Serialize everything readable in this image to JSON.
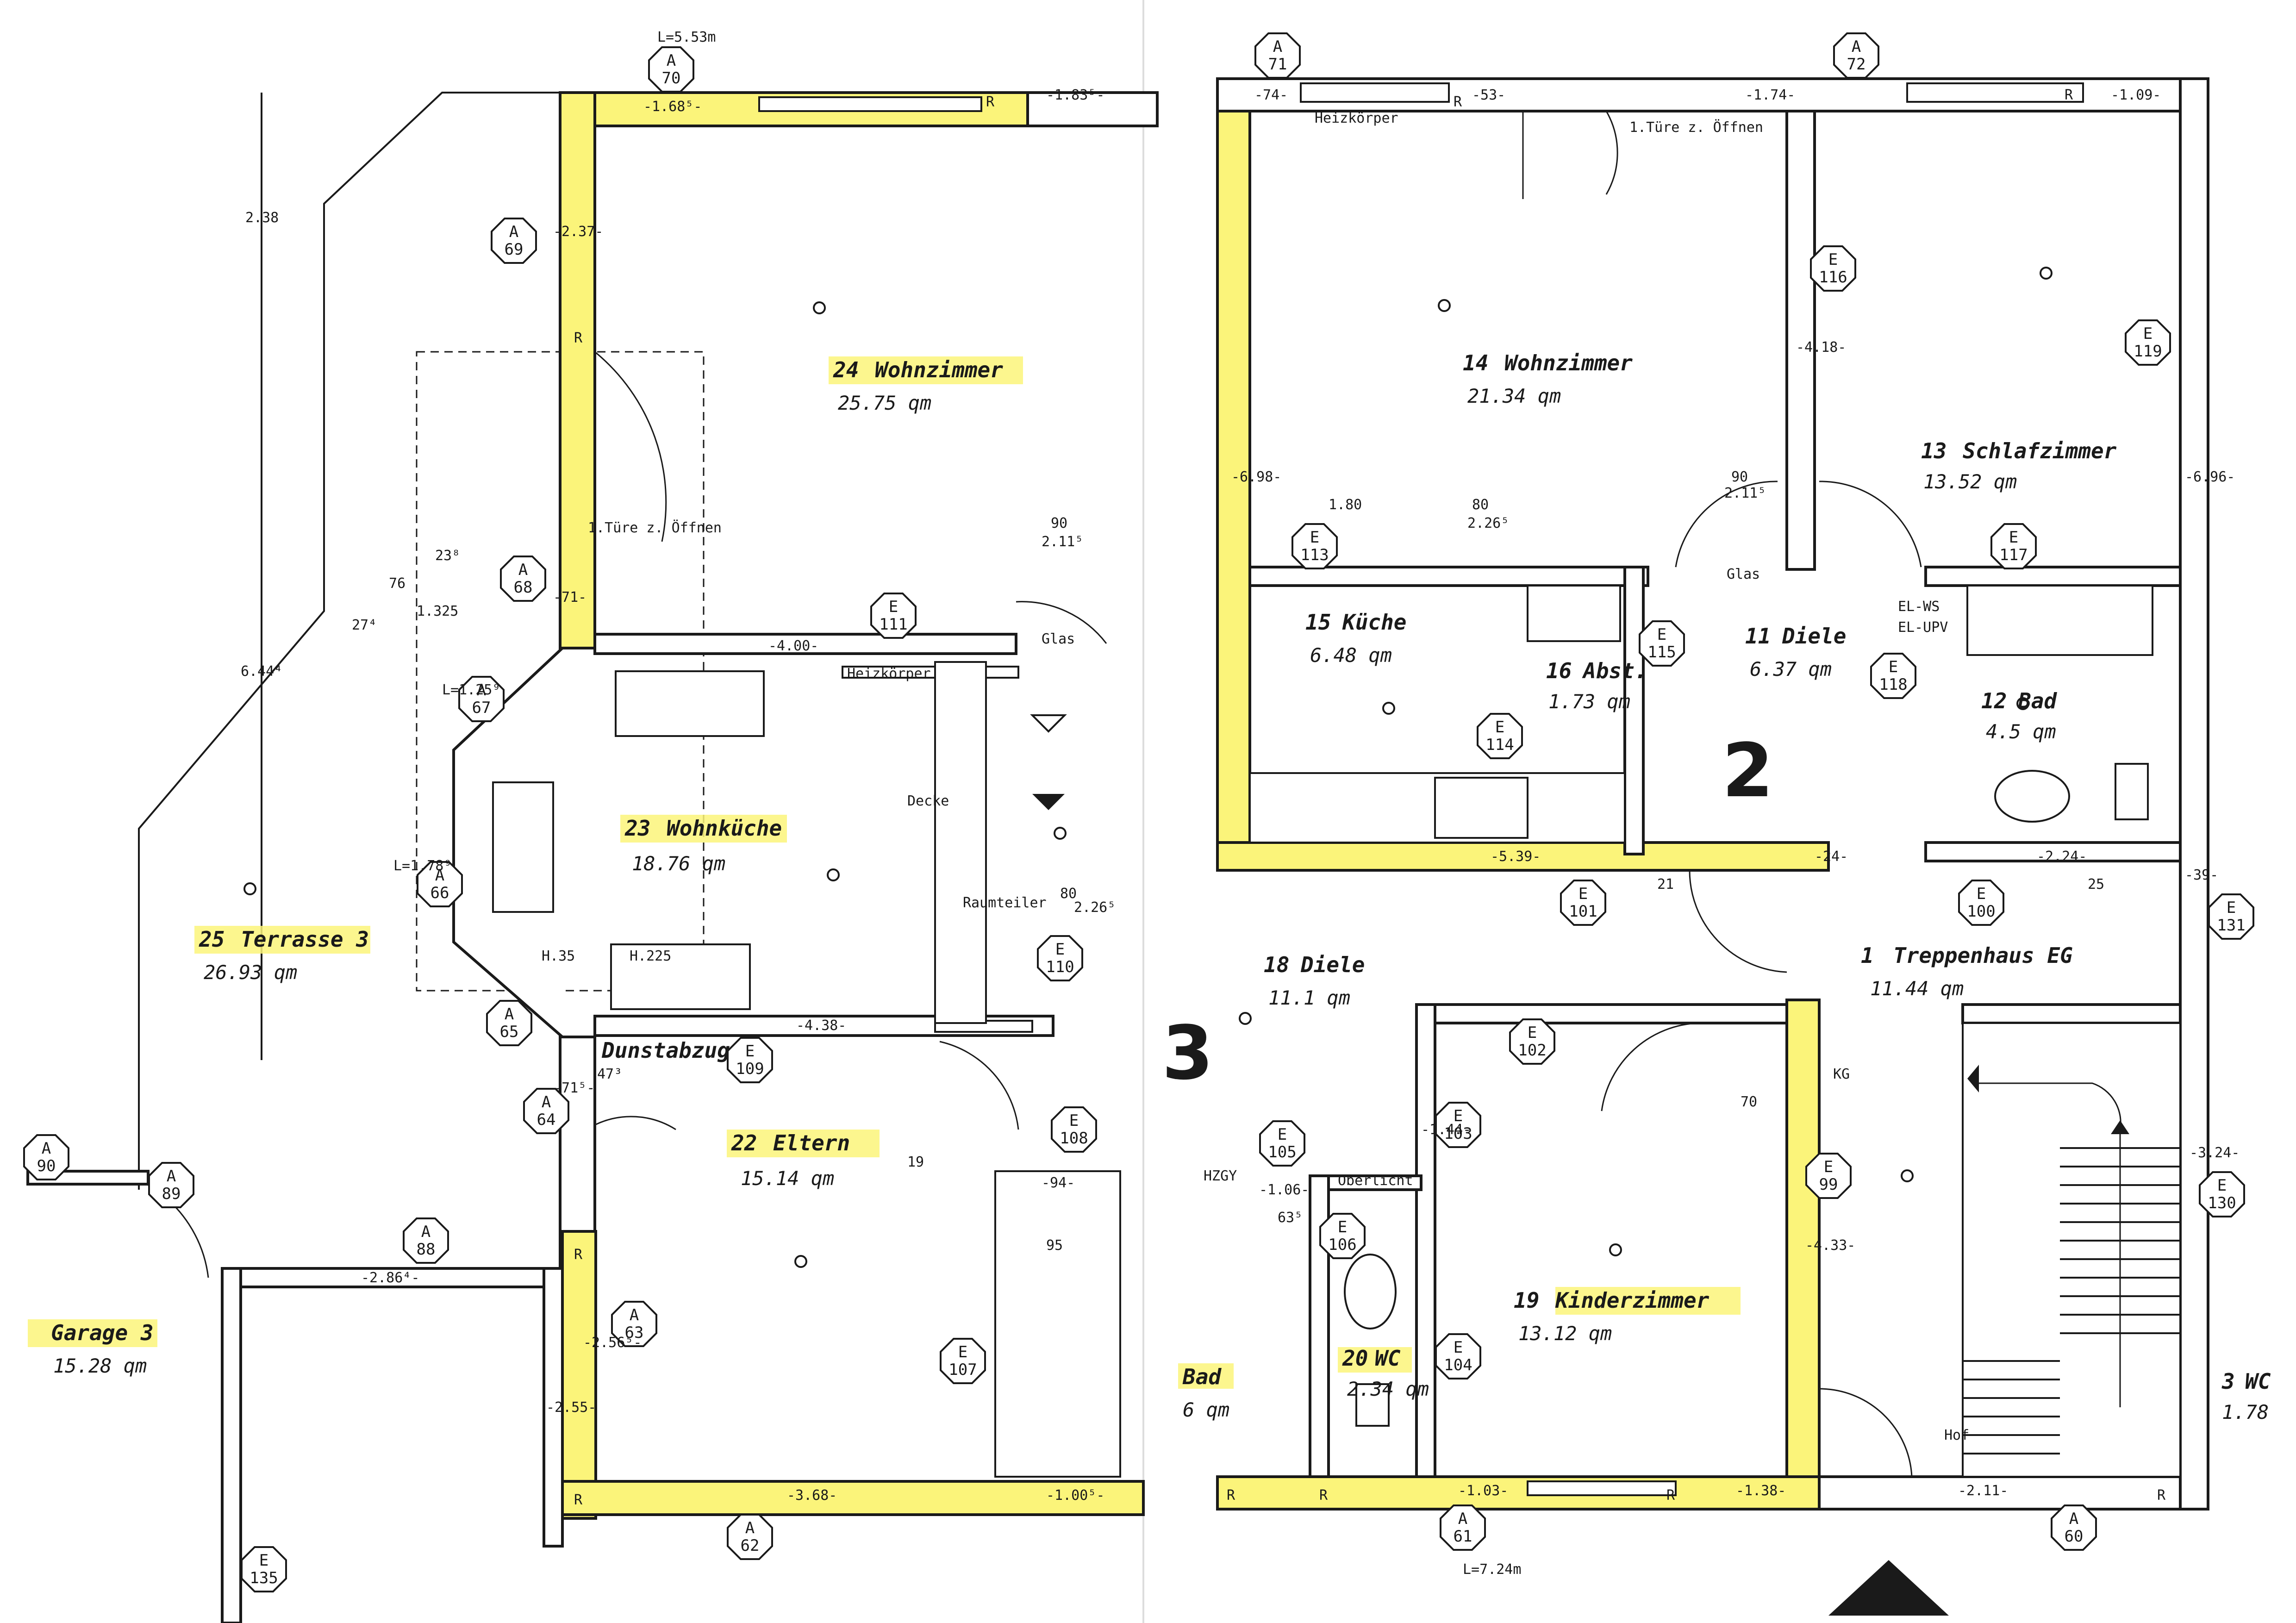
{
  "colors": {
    "highlight": "#fbf47a",
    "line": "#1a1a1a",
    "paper": "#ffffff"
  },
  "left_sheet": {
    "rooms": [
      {
        "number": "24",
        "name": "Wohnzimmer",
        "area": "25.75 qm"
      },
      {
        "number": "23",
        "name": "Wohnküche",
        "area": "18.76 qm"
      },
      {
        "number": "22",
        "name": "Eltern",
        "area": "15.14 qm"
      },
      {
        "number": "25",
        "name": "Terrasse 3",
        "area": "26.93 qm"
      }
    ],
    "garage": {
      "name": "Garage 3",
      "area": "15.28 qm"
    },
    "markers": [
      "A 70",
      "A 69",
      "A 68",
      "A 67",
      "A 66",
      "A 65",
      "A 64",
      "A 63",
      "A 62",
      "A 90",
      "A 89",
      "A 88",
      "E 111",
      "E 110",
      "E 109",
      "E 108",
      "E 107",
      "E 135"
    ],
    "dims": [
      "L=5.53m",
      "-1.68⁵-",
      "-1.83⁵-",
      "2.38",
      "6.44⁴",
      "-2.37-",
      "-4.00-",
      "-4.38-",
      "-71-",
      "-71⁵-",
      "-2.56⁵-",
      "-2.55-",
      "-2.86⁴-",
      "-3.68-",
      "-1.00⁵-",
      "1.325",
      "27⁴",
      "76",
      "23⁸",
      "90",
      "2.11⁵",
      "80",
      "2.26⁵",
      "47³",
      "19",
      "-94-",
      "95",
      "L=1.78⁹",
      "L=1.25⁹"
    ],
    "notes": [
      "1.Türe z. Öffnen",
      "Glas",
      "Decke",
      "Raumteiler",
      "Dunstabzug",
      "Heizkörper",
      "H.35",
      "H.225"
    ],
    "wall_tags": [
      "R",
      "R",
      "R",
      "R"
    ]
  },
  "right_sheet": {
    "rooms": [
      {
        "number": "14",
        "name": "Wohnzimmer",
        "area": "21.34 qm"
      },
      {
        "number": "13",
        "name": "Schlafzimmer",
        "area": "13.52 qm"
      },
      {
        "number": "15",
        "name": "Küche",
        "area": "6.48 qm"
      },
      {
        "number": "16",
        "name": "Abst.",
        "area": "1.73 qm"
      },
      {
        "number": "11",
        "name": "Diele",
        "area": "6.37 qm"
      },
      {
        "number": "12",
        "name": "Bad",
        "area": "4.5 qm"
      },
      {
        "number": "18",
        "name": "Diele",
        "area": "11.1 qm"
      },
      {
        "number": "1",
        "name": "Treppenhaus EG",
        "area": "11.44 qm"
      },
      {
        "number": "19",
        "name": "Kinderzimmer",
        "area": "13.12 qm"
      },
      {
        "number": "20",
        "name": "WC",
        "area": "2.34 qm"
      },
      {
        "number": "3",
        "name": "WC",
        "area": "1.78"
      }
    ],
    "bad_partial": {
      "name": "Bad",
      "area": "6 qm"
    },
    "unit_numbers": [
      "2",
      "3"
    ],
    "markers": [
      "A 71",
      "A 72",
      "A 61",
      "A 60",
      "E 113",
      "E 115",
      "E 114",
      "E 116",
      "E 117",
      "E 118",
      "E 119",
      "E 101",
      "E 100",
      "E 131",
      "E 102",
      "E 103",
      "E 104",
      "E 105",
      "E 106",
      "E 99",
      "E 130"
    ],
    "dims": [
      "-74-",
      "-53-",
      "-1.74-",
      "-1.09-",
      "1.80",
      "80",
      "2.26⁵",
      "90",
      "2.11⁵",
      "-4.18-",
      "-6.98-",
      "-6.96-",
      "-5.39-",
      "-24-",
      "-2.24-",
      "-1.44-",
      "-4.33-",
      "-1.06-",
      "63⁵",
      "-1.03-",
      "-1.38-",
      "-2.11-",
      "L=7.24m",
      "70",
      "21",
      "25",
      "-39-",
      "-3.24-"
    ],
    "notes": [
      "1.Türe z. Öffnen",
      "Glas",
      "Heizkörper",
      "EL-WS",
      "EL-UPV",
      "HZGY",
      "Oberlicht",
      "Hof",
      "KG"
    ],
    "wall_tags": [
      "R",
      "R",
      "R",
      "R",
      "R",
      "R"
    ]
  }
}
